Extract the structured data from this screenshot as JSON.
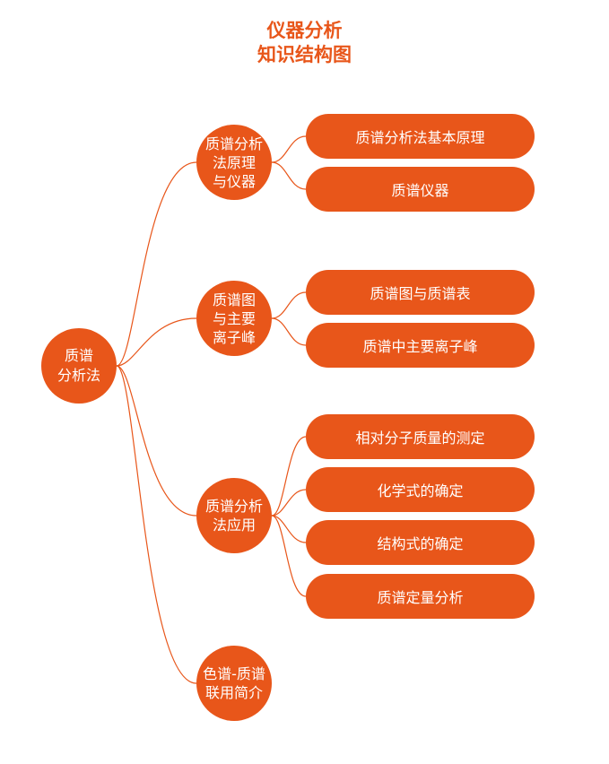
{
  "header": {
    "title_line1": "仪器分析",
    "title_line2": "知识结构图"
  },
  "colors": {
    "accent": "#e8561a",
    "text_on_accent": "#ffffff"
  },
  "root": {
    "label": "质谱\n分析法"
  },
  "branches": [
    {
      "label": "质谱分析\n法原理\n与仪器",
      "leaves": [
        "质谱分析法基本原理",
        "质谱仪器"
      ]
    },
    {
      "label": "质谱图\n与主要\n离子峰",
      "leaves": [
        "质谱图与质谱表",
        "质谱中主要离子峰"
      ]
    },
    {
      "label": "质谱分析\n法应用",
      "leaves": [
        "相对分子质量的测定",
        "化学式的确定",
        "结构式的确定",
        "质谱定量分析"
      ]
    },
    {
      "label": "色谱-质谱\n联用简介",
      "leaves": []
    }
  ]
}
